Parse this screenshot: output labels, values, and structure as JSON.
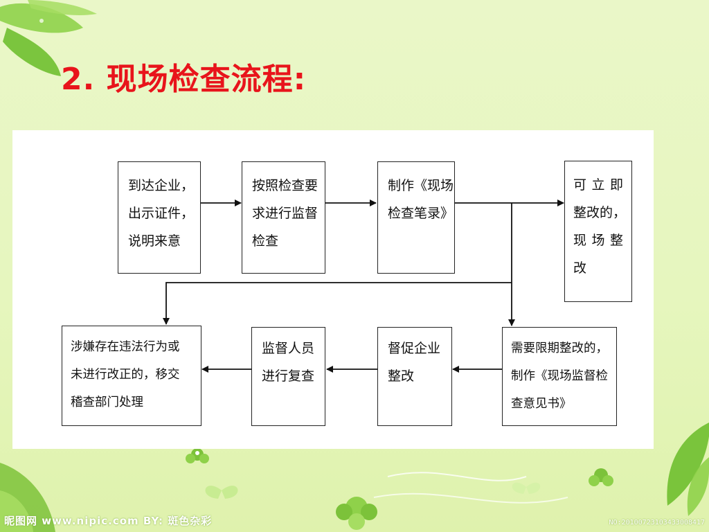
{
  "title": "2. 现场检查流程:",
  "colors": {
    "title": "#e8141b",
    "background": "#e6f6be",
    "leaf": "#7cc23a"
  },
  "decoration": {
    "icons": [
      "leaf-icon",
      "flower-icon",
      "butterfly-icon"
    ]
  },
  "flowchart": {
    "nodes": {
      "arrive": {
        "lines": [
          "到达企业，",
          "出示证件，",
          "说明来意"
        ]
      },
      "inspect": {
        "lines": [
          "按照检查要",
          "求进行监督",
          "检查"
        ]
      },
      "record": {
        "lines": [
          "制作《现场",
          "检查笔录》"
        ]
      },
      "immediate": {
        "lines": [
          "可 立 即",
          "整改的，",
          "现 场 整",
          "改"
        ]
      },
      "deadline": {
        "lines": [
          "需要限期整改的，",
          "制作《现场监督检",
          "查意见书》"
        ]
      },
      "urge": {
        "lines": [
          "督促企业",
          "整改"
        ]
      },
      "recheck": {
        "lines": [
          "监督人员",
          "进行复查"
        ]
      },
      "transfer": {
        "lines": [
          "涉嫌存在违法行为或",
          "未进行改正的，移交",
          "稽查部门处理"
        ]
      }
    }
  },
  "footer": {
    "watermark_left": "昵图网 www.nipic.com  BY: 斑色杂彩",
    "watermark_right": "NO:20100723103433008417"
  }
}
